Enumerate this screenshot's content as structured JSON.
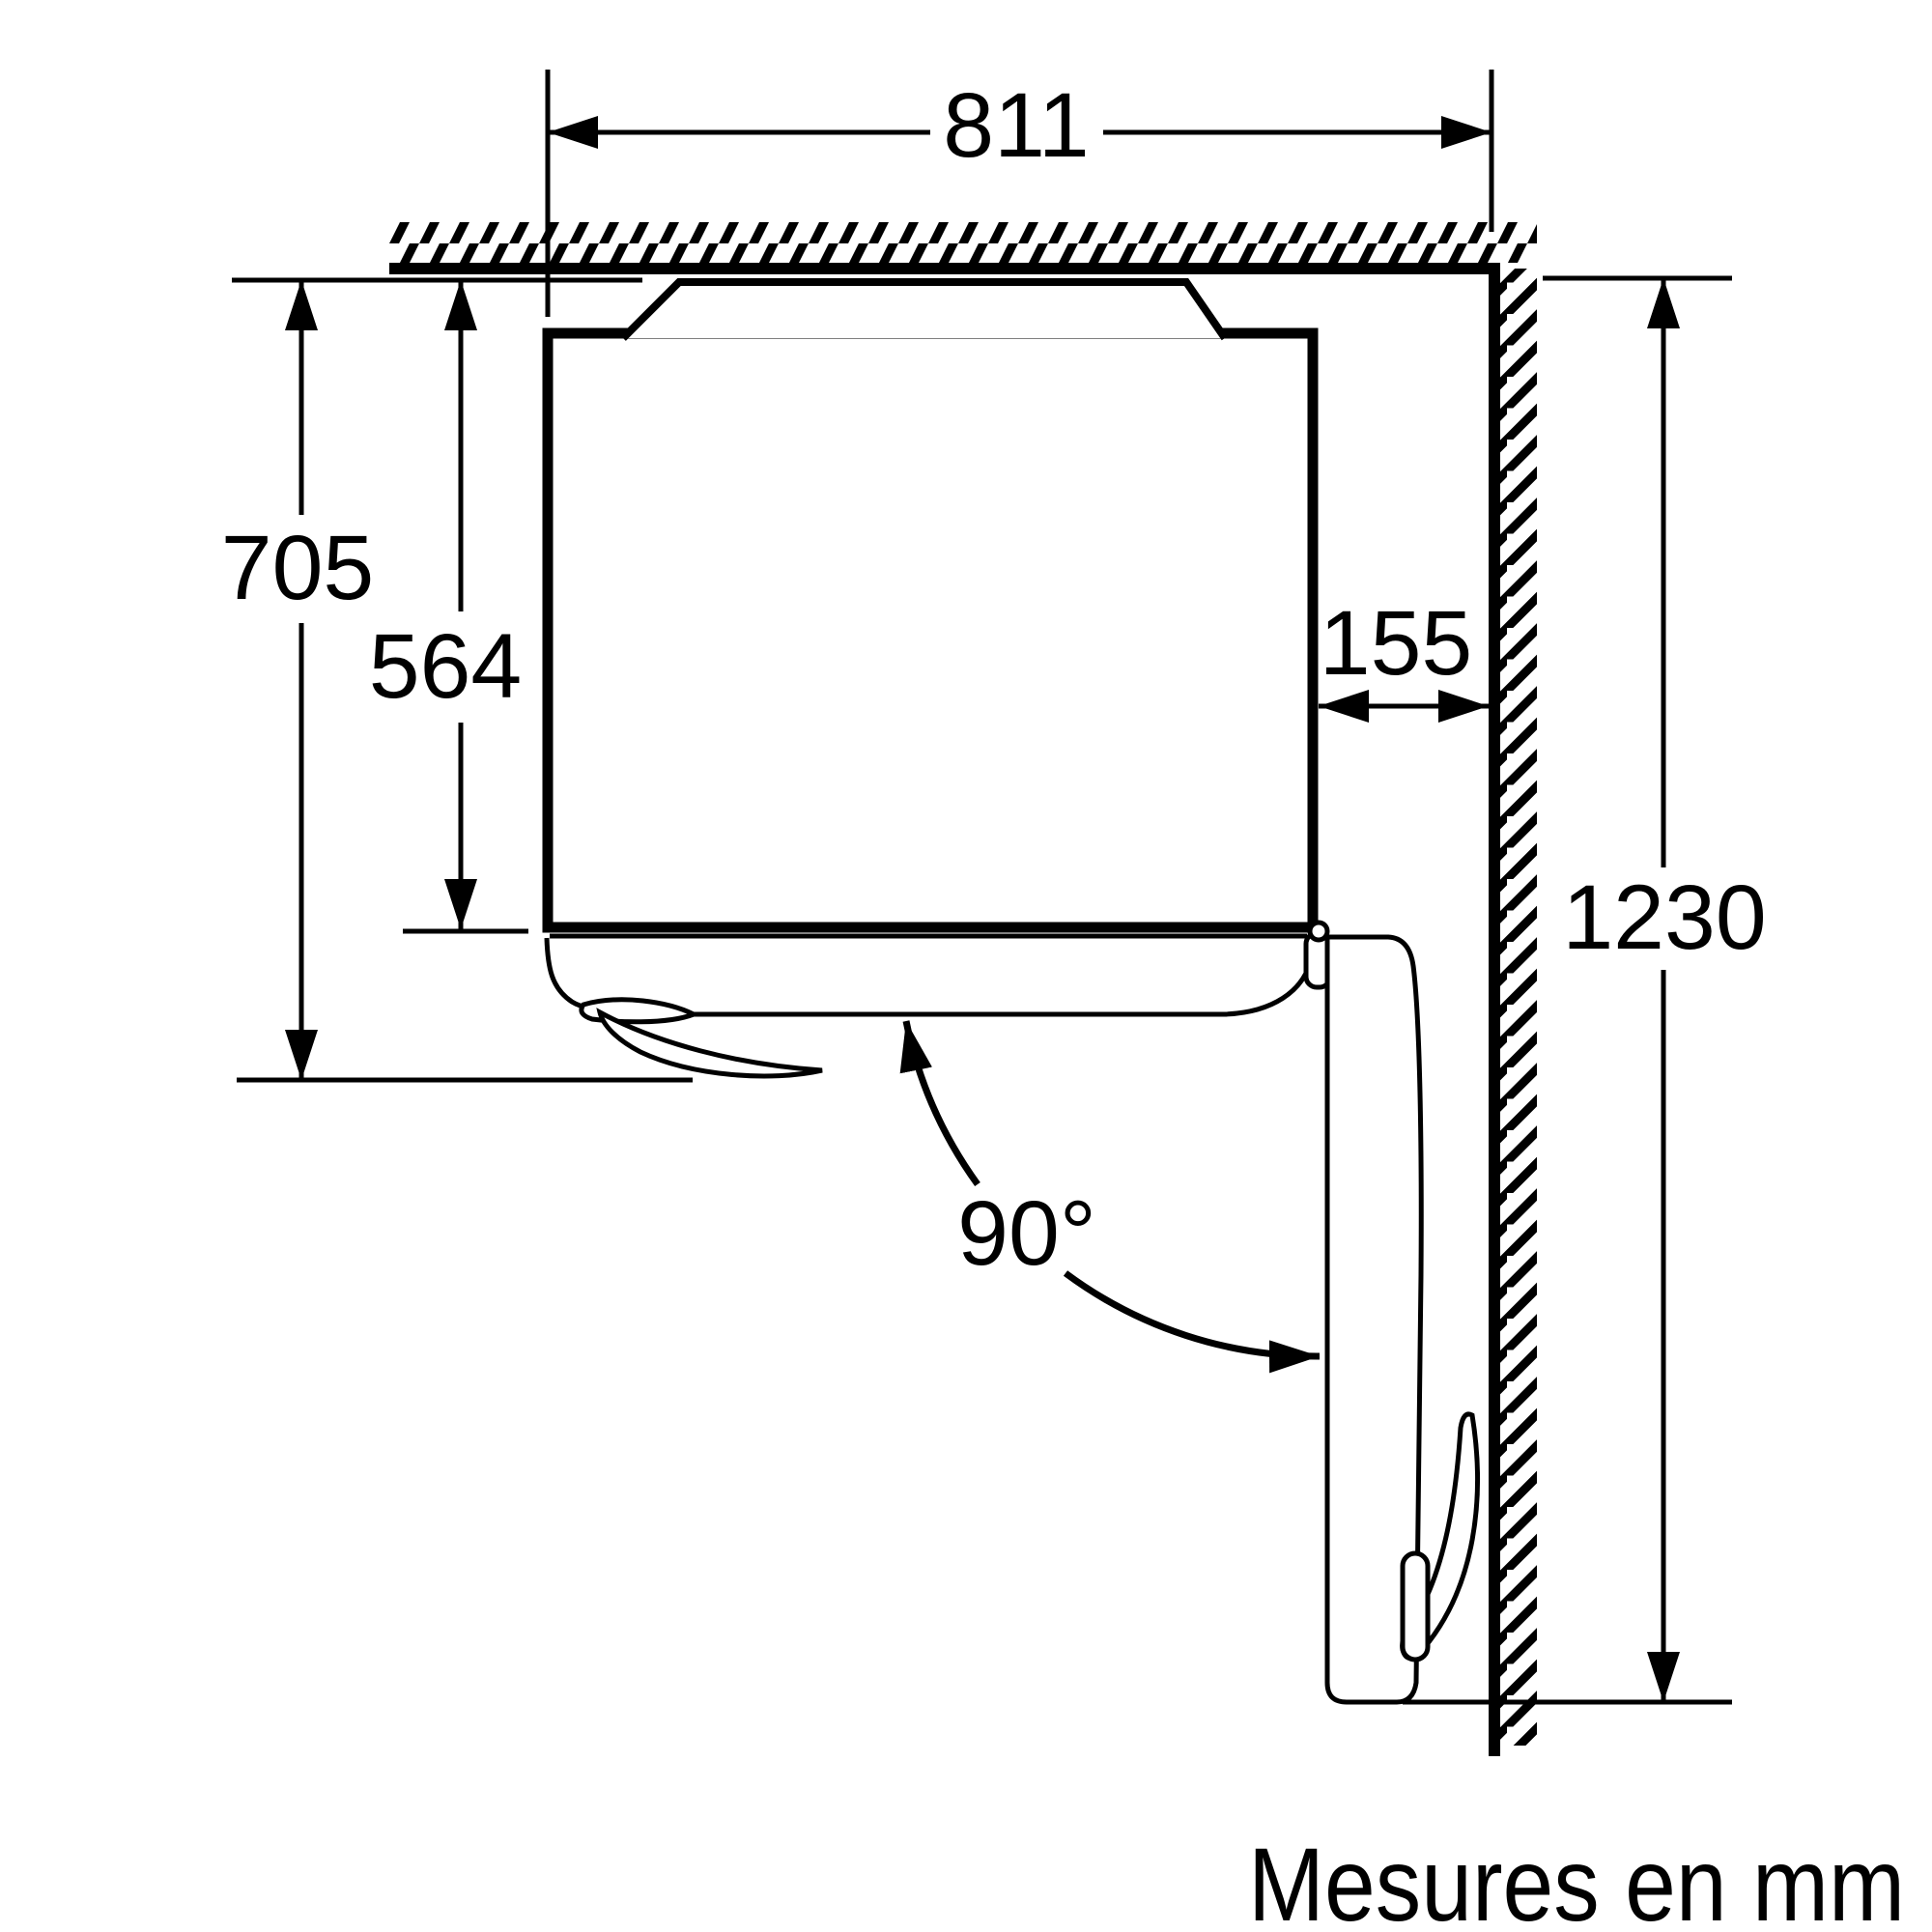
{
  "drawing": {
    "footer": "Mesures en mm",
    "colors": {
      "line": "#000000",
      "background": "#ffffff"
    },
    "dimensions": {
      "top_width": "811",
      "total_depth_left": "705",
      "niche_depth": "564",
      "side_gap_right": "155",
      "door_clearance_right": "1230",
      "door_open_angle": "90°"
    }
  }
}
